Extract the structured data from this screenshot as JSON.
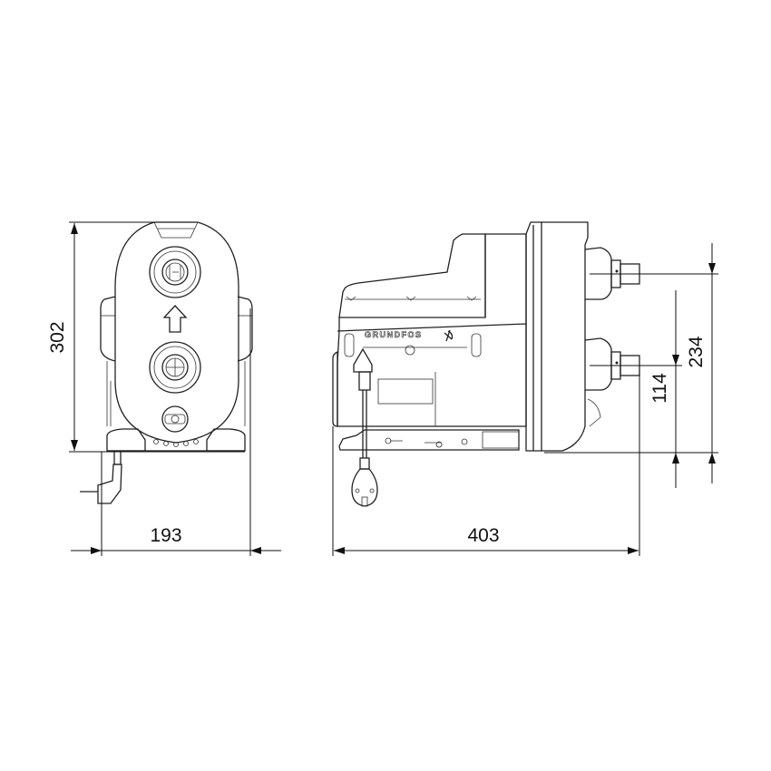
{
  "drawing": {
    "front_view": {
      "height_dimension": "302",
      "width_dimension": "193"
    },
    "side_view": {
      "length_dimension": "403",
      "outlet_height_dimension": "234",
      "inlet_height_dimension": "114",
      "brand_label": "GRUNDFOS"
    },
    "line_color": "#222222",
    "background_color": "#ffffff"
  }
}
